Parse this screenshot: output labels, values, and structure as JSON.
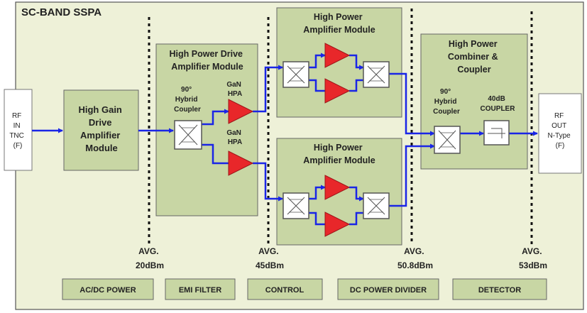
{
  "title": "SC-BAND SSPA",
  "colors": {
    "panel_bg": "#eef1d8",
    "panel_border": "#555555",
    "module_bg": "#c8d6a4",
    "module_border": "#666666",
    "arrow": "#1a25e6",
    "amp": "#e8272a",
    "io_bg": "#ffffff"
  },
  "input_port": {
    "lines": [
      "RF",
      "IN",
      "TNC",
      "(F)"
    ]
  },
  "output_port": {
    "lines": [
      "RF",
      "OUT",
      "N-Type",
      "(F)"
    ]
  },
  "modules": {
    "drive_amp": {
      "lines": [
        "High Gain",
        "Drive",
        "Amplifier",
        "Module"
      ]
    },
    "hp_drive": {
      "title_lines": [
        "High Power Drive",
        "Amplifier Module"
      ]
    },
    "hpa_top": {
      "title_lines": [
        "High Power",
        "Amplifier Module"
      ]
    },
    "hpa_bottom": {
      "title_lines": [
        "High Power",
        "Amplifier Module"
      ]
    },
    "combiner": {
      "title_lines": [
        "High Power",
        "Combiner &",
        "Coupler"
      ]
    }
  },
  "labels": {
    "hybrid_left": [
      "90°",
      "Hybrid",
      "Coupler"
    ],
    "hybrid_right": [
      "90°",
      "Hybrid",
      "Coupler"
    ],
    "gan_top": [
      "GaN",
      "HPA"
    ],
    "gan_bottom": [
      "GaN",
      "HPA"
    ],
    "coupler_40db": [
      "40dB",
      "COUPLER"
    ]
  },
  "avg_markers": [
    {
      "label": "AVG.",
      "value": "20dBm"
    },
    {
      "label": "AVG.",
      "value": "45dBm"
    },
    {
      "label": "AVG.",
      "value": "50.8dBm"
    },
    {
      "label": "AVG.",
      "value": "53dBm"
    }
  ],
  "bottom_blocks": [
    "AC/DC POWER",
    "EMI FILTER",
    "CONTROL",
    "DC POWER DIVIDER",
    "DETECTOR"
  ]
}
